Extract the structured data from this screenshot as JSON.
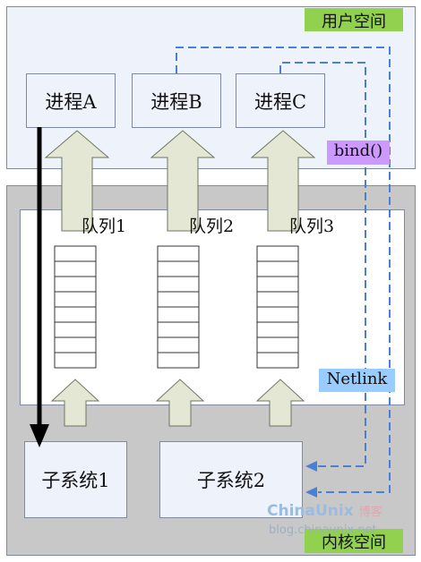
{
  "user_space": {
    "label": "用户空间"
  },
  "kernel_space": {
    "label": "内核空间"
  },
  "processes": [
    {
      "id": "a",
      "label": "进程A"
    },
    {
      "id": "b",
      "label": "进程B"
    },
    {
      "id": "c",
      "label": "进程C"
    }
  ],
  "queues": [
    {
      "label": "队列1"
    },
    {
      "label": "队列2"
    },
    {
      "label": "队列3"
    }
  ],
  "subsystems": [
    {
      "label": "子系统1"
    },
    {
      "label": "子系统2"
    }
  ],
  "tags": {
    "bind": "bind()",
    "netlink": "Netlink"
  },
  "watermark": {
    "brand": "ChinaUnix",
    "suffix": "博客",
    "url": "blog.chinaunix.net"
  },
  "colors": {
    "user_space_bg": "#eef3fb",
    "kernel_space_bg": "#c8c8c8",
    "arrow_fill": "#e3e7d4",
    "user_label_bg": "#92d050",
    "bind_bg": "#cc99ff",
    "netlink_bg": "#99ccff",
    "dashed_line": "#4a7fd6"
  }
}
